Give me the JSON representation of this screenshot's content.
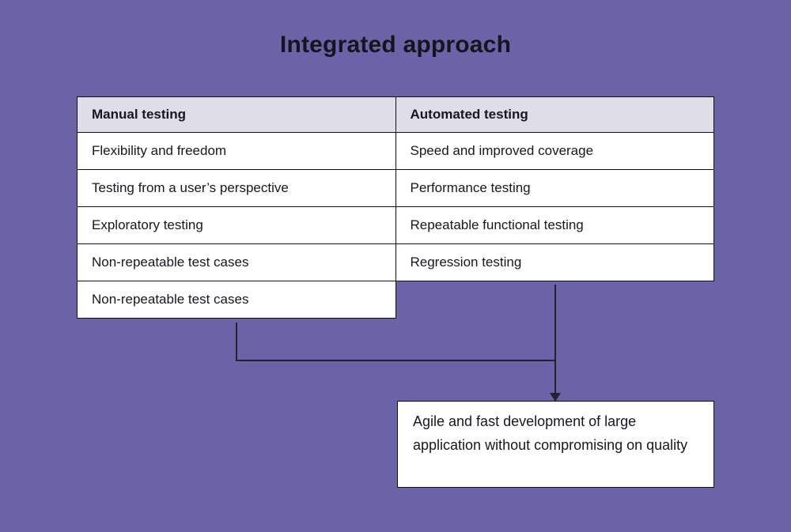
{
  "title": "Integrated approach",
  "colors": {
    "background": "#6a63a8",
    "table_header_bg": "#dfdee8",
    "cell_bg": "#ffffff",
    "border": "#0f0f18",
    "connector_line": "#23232e",
    "text": "#17171f"
  },
  "table": {
    "headers": [
      "Manual testing",
      "Automated testing"
    ],
    "rows": [
      {
        "left": "Flexibility and freedom",
        "right": "Speed and improved coverage"
      },
      {
        "left": "Testing from a user’s perspective",
        "right": "Performance testing"
      },
      {
        "left": "Exploratory testing",
        "right": "Repeatable functional testing"
      },
      {
        "left": "Non-repeatable test cases",
        "right": "Regression testing"
      },
      {
        "left": "Non-repeatable test cases"
      }
    ]
  },
  "result_box": {
    "text": "Agile and fast development of large application without compromising on quality"
  }
}
